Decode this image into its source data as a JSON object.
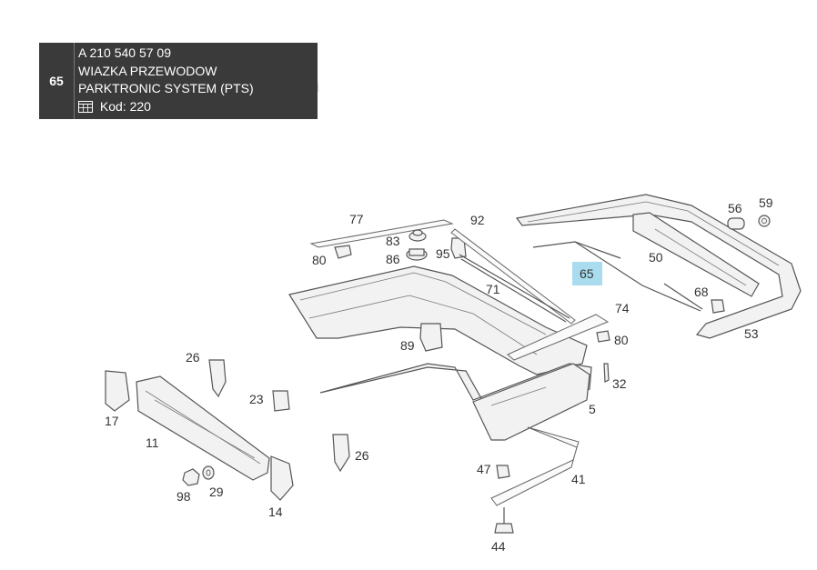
{
  "infobox": {
    "number": "65",
    "part_number": "A 210 540 57 09",
    "line1": "WIAZKA PRZEWODOW",
    "line2": "PARKTRONIC SYSTEM (PTS)",
    "kod": "Kod: 220"
  },
  "labels": {
    "l77": "77",
    "l92": "92",
    "l83": "83",
    "l86": "86",
    "l95": "95",
    "l80a": "80",
    "l71": "71",
    "l65": "65",
    "l50": "50",
    "l56": "56",
    "l59": "59",
    "l68": "68",
    "l53": "53",
    "l74": "74",
    "l80b": "80",
    "l89": "89",
    "l26a": "26",
    "l23": "23",
    "l17": "17",
    "l11": "11",
    "l32": "32",
    "l5": "5",
    "l26b": "26",
    "l47": "47",
    "l41": "41",
    "l98": "98",
    "l29": "29",
    "l14": "14",
    "l44": "44",
    "l89bg": "89"
  },
  "colors": {
    "highlight": "#a9dcef",
    "infobox_bg": "#3a3a3a"
  }
}
